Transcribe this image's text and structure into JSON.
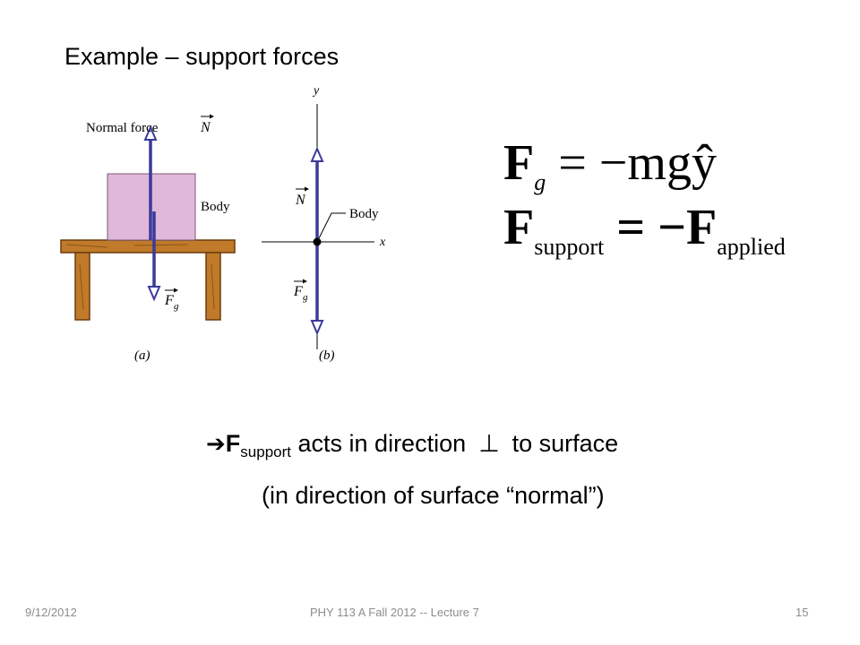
{
  "slide": {
    "title": "Example – support forces"
  },
  "figure": {
    "normal_force_label": "Normal force",
    "normal_symbol": "N",
    "body_label_a": "Body",
    "body_label_b": "Body",
    "gravity_symbol": "F",
    "gravity_subscript": "g",
    "y_axis_label": "y",
    "x_axis_label": "x",
    "caption_a": "(a)",
    "caption_b": "(b)"
  },
  "equations": {
    "eq1": {
      "lhs": "F",
      "lhs_sub": "g",
      "rhs": " = −mgŷ"
    },
    "eq2": {
      "lhs": "F",
      "lhs_sub": "support",
      "rhs": " = −F",
      "rhs_sub": "applied"
    }
  },
  "statement": {
    "arrow_icon": "right-arrow-icon",
    "line1_force": "F",
    "line1_sub": "support",
    "line1_mid": "acts in direction",
    "perp_symbol": "⊥",
    "line1_end": "to surface",
    "line2": "(in direction of surface “normal”)"
  },
  "footer": {
    "date": "9/12/2012",
    "course": "PHY 113 A  Fall 2012 -- Lecture 7",
    "page": "15"
  },
  "colors": {
    "arrow_blue": "#3a3a9a",
    "box_pink": "#e0b8da",
    "table_brown": "#c07a2a",
    "footer_gray": "#8c8c8c"
  }
}
